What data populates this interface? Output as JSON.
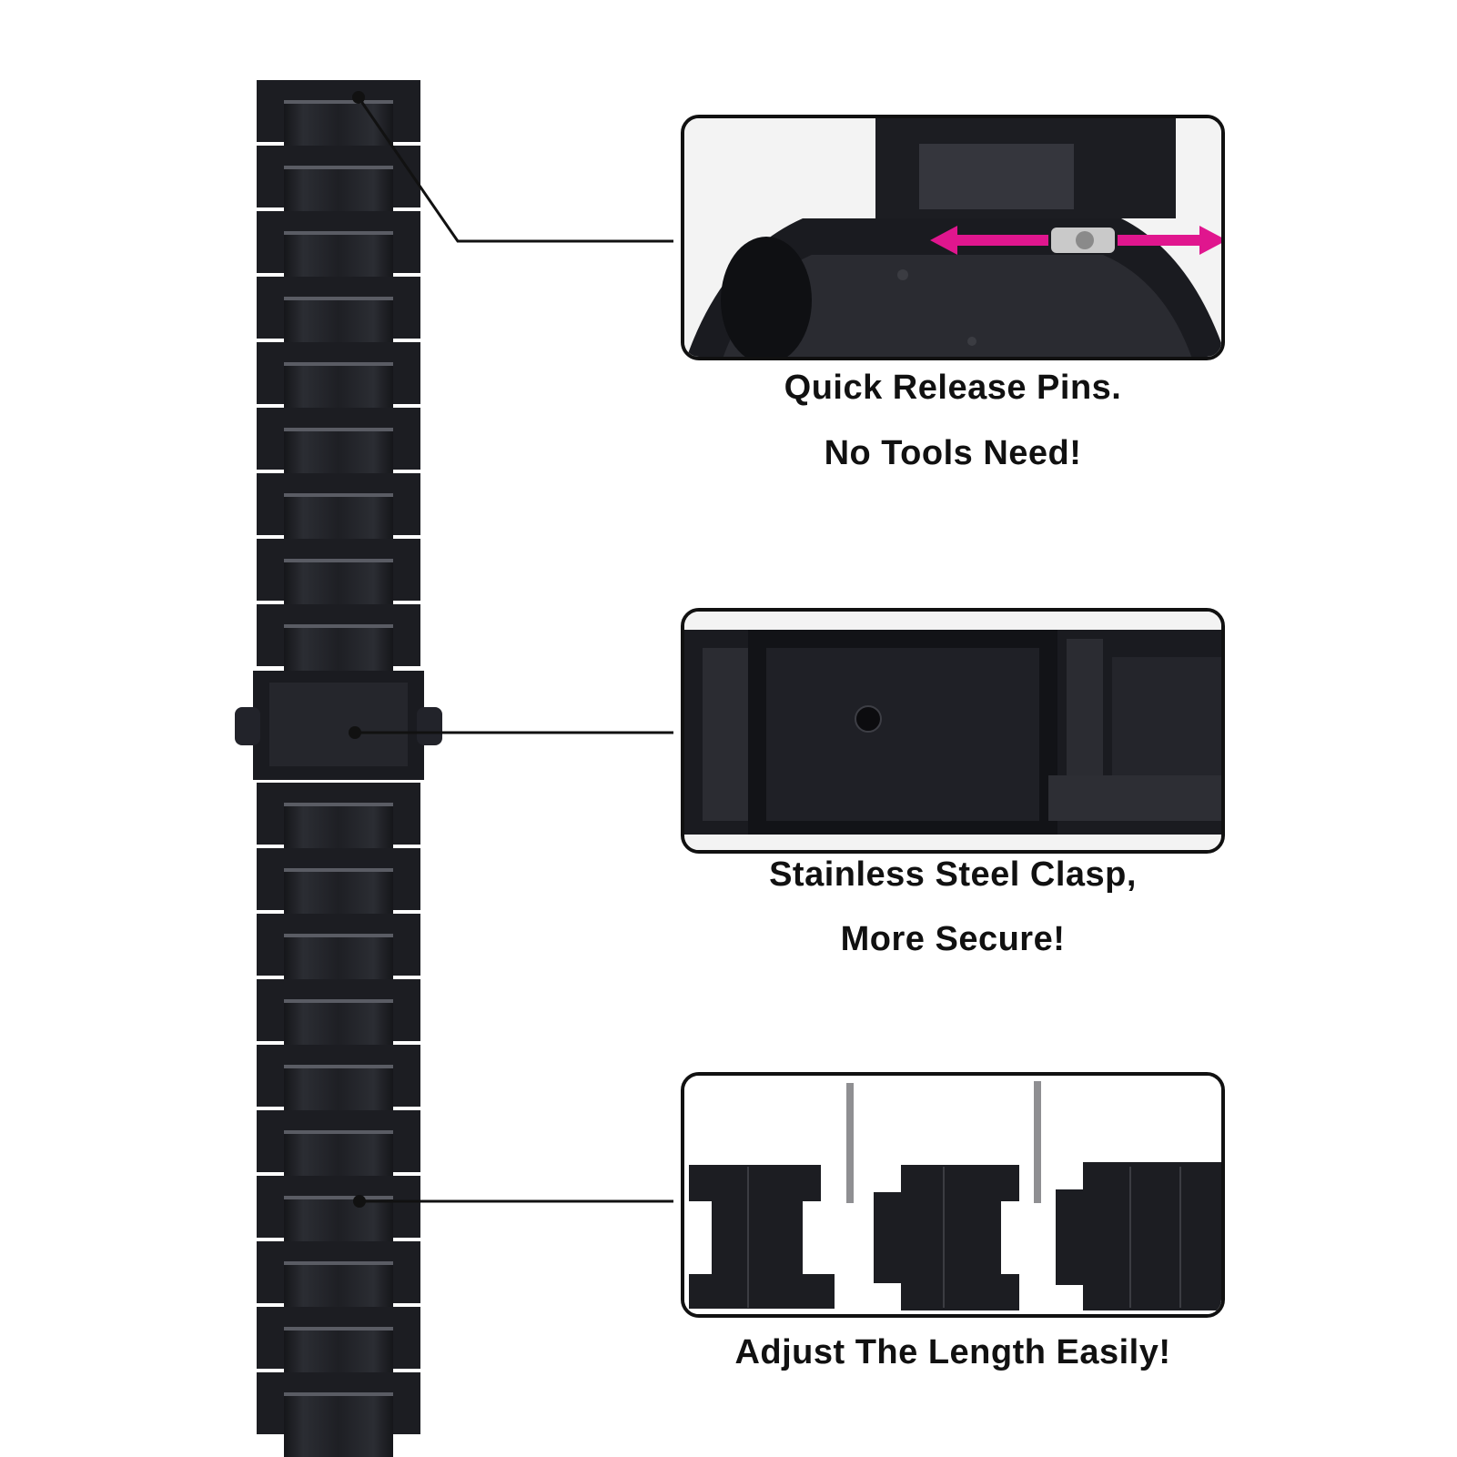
{
  "features": [
    {
      "line1": "Quick Release Pins.",
      "line2": "No Tools Need!"
    },
    {
      "line1": "Stainless Steel Clasp,",
      "line2": "More Secure!"
    },
    {
      "line1": "Adjust The Length Easily!"
    }
  ],
  "colors": {
    "band": "#1c1d22",
    "band_highlight": "#5a5c64",
    "arrow_accent": "#e0168e",
    "text": "#111111"
  },
  "icons": [
    "quick-release-pin-icon",
    "clasp-icon",
    "link-pin-icon"
  ]
}
